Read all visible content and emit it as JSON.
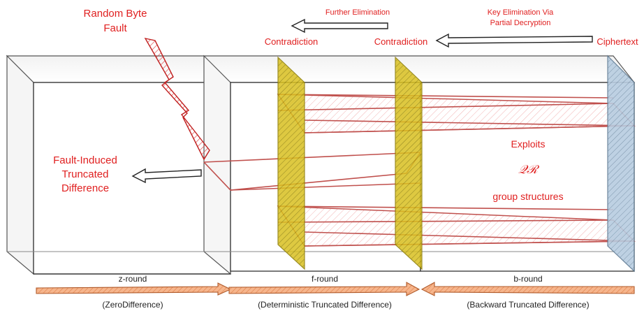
{
  "labels": {
    "random_fault_line1": "Random Byte",
    "random_fault_line2": "Fault",
    "further_elimination": "Further Elimination",
    "key_elim_line1": "Key Elimination Via",
    "key_elim_line2": "Partial Decryption",
    "contradiction_left": "Contradiction",
    "contradiction_right": "Contradiction",
    "ciphertext": "Ciphertext",
    "fault_induced_line1": "Fault-Induced",
    "fault_induced_line2": "Truncated",
    "fault_induced_line3": "Difference",
    "exploits": "Exploits",
    "qr_symbol": "𝒬ℛ",
    "group_structures": "group structures"
  },
  "rounds": [
    {
      "name": "z-round",
      "desc": "(ZeroDifference)"
    },
    {
      "name": "f-round",
      "desc": "(Deterministic Truncated Difference)"
    },
    {
      "name": "b-round",
      "desc": "(Backward Truncated Difference)"
    }
  ],
  "colors": {
    "accent_red": "#e02020",
    "trail_red": "#c0504d",
    "plane_yellow": "#d4b800",
    "plane_blue": "#9db7cf",
    "arrow_orange": "#f0a070",
    "box_gray": "#444444"
  }
}
